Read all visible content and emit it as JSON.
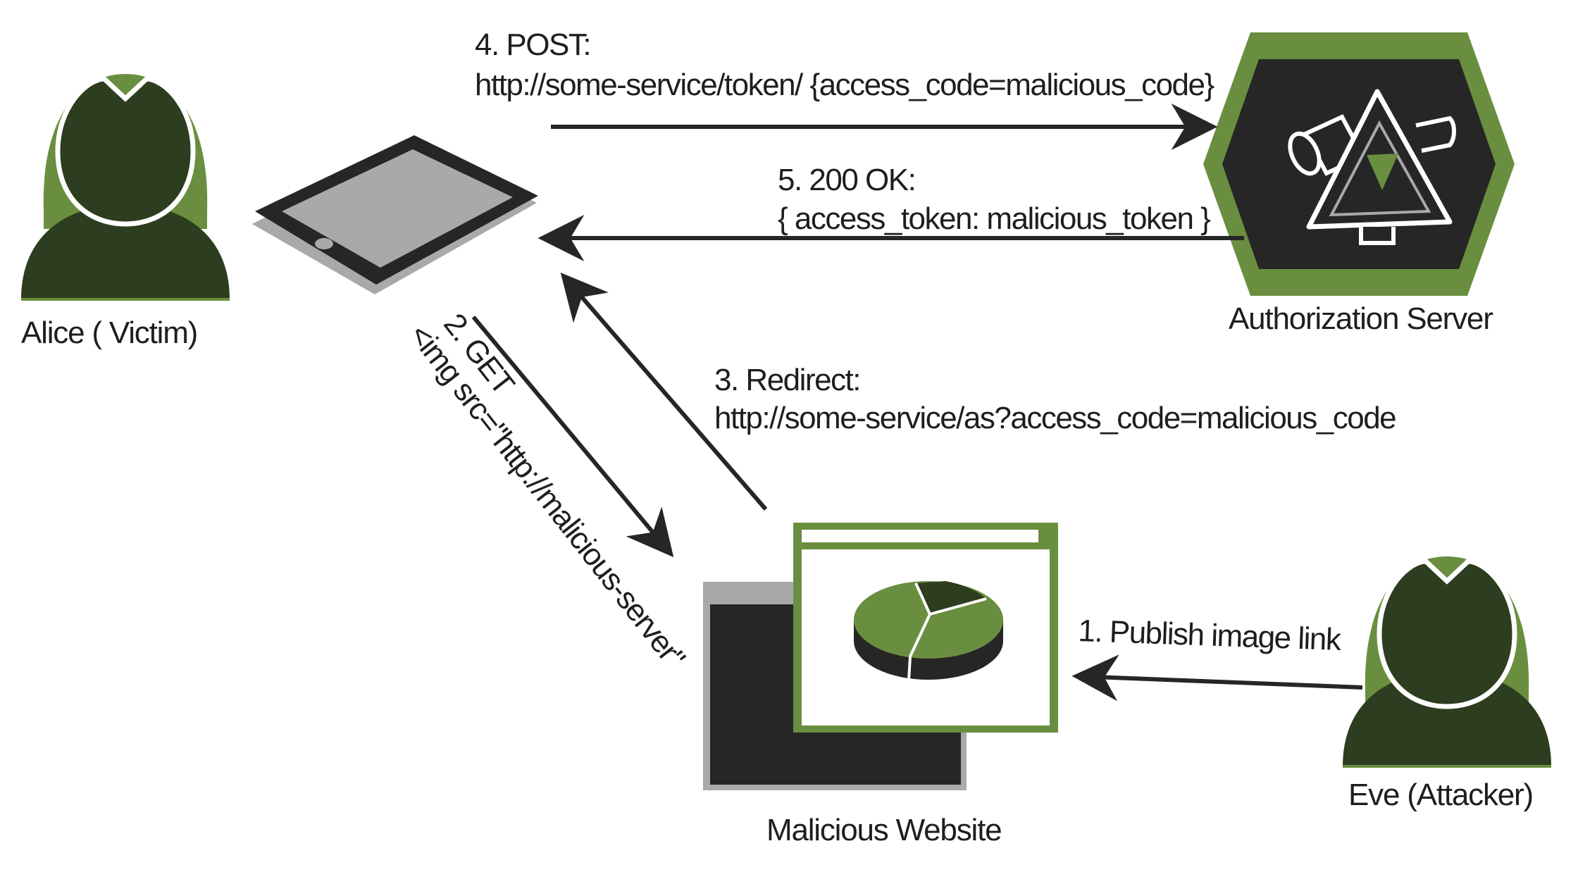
{
  "actors": {
    "alice": "Alice ( Victim)",
    "eve": "Eve (Attacker)",
    "auth_server": "Authorization Server",
    "website": "Malicious Website"
  },
  "steps": {
    "s1": "1. Publish image link",
    "s2_title": "2. GET",
    "s2_body": "<img src=\"http://malicious-server\"",
    "s3_title": "3. Redirect:",
    "s3_body": "http://some-service/as?access_code=malicious_code",
    "s4_title": "4. POST:",
    "s4_body": "http://some-service/token/  {access_code=malicious_code}",
    "s5_title": "5. 200 OK:",
    "s5_body": "{ access_token: malicious_token }"
  },
  "colors": {
    "green": "#6a8e3f",
    "dark_green": "#2d3d1f",
    "dark": "#262626",
    "grey": "#a9a9a9"
  }
}
